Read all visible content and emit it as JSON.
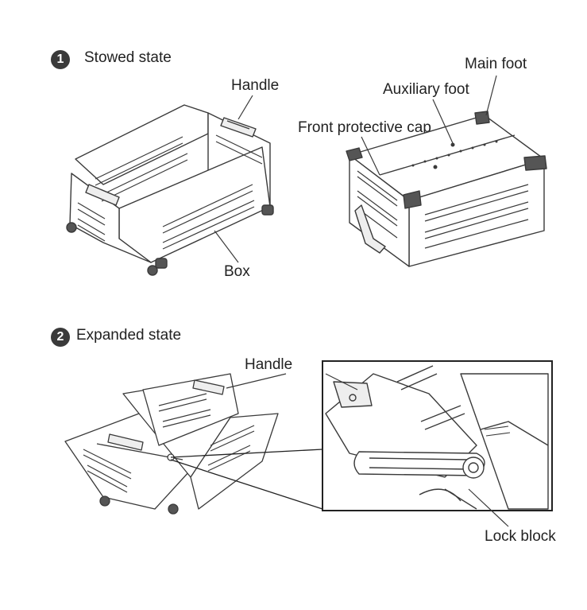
{
  "sections": [
    {
      "number": "1",
      "title": "Stowed state"
    },
    {
      "number": "2",
      "title": "Expanded state"
    }
  ],
  "labels": {
    "stowed_handle": "Handle",
    "box": "Box",
    "main_foot": "Main foot",
    "auxiliary_foot": "Auxiliary foot",
    "front_protective_cap": "Front protective cap",
    "expanded_handle": "Handle",
    "lock_block": "Lock block"
  },
  "colors": {
    "ink": "#3a3a3a",
    "badge": "#3a3a3a",
    "background": "#ffffff"
  }
}
